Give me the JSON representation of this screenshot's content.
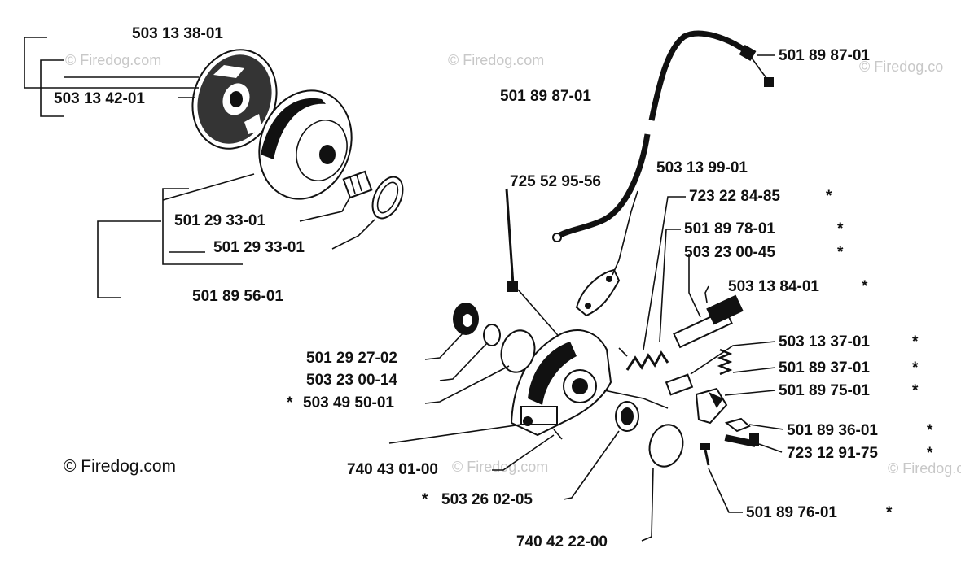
{
  "labels": {
    "clutch_drum_group": "503 13 38-01",
    "clutch_assembly": "503 13 42-01",
    "needle_bearing": "501 29 33-01",
    "washer": "501 29 33-01",
    "drum_kit": "501 89 56-01",
    "cable_a": "501 89 87-01",
    "cable_b": "501 89 87-01",
    "screw_top": "725 52 95-56",
    "guide_plate": "503 13 99-01",
    "spring_pin": "723 22 84-85",
    "spring": "501 89 78-01",
    "pin_long": "503 23 00-45",
    "sleeve": "503 13 84-01",
    "gear": "501 29 27-02",
    "washer_small": "503 23 00-14",
    "o_ring": "503 49 50-01",
    "cap_1": "503 13 37-01",
    "spring_small": "501 89 37-01",
    "lever": "501 89 75-01",
    "clip": "501 89 36-01",
    "bolt": "723 12 91-75",
    "pin_small": "740 43 01-00",
    "seal": "503 26 02-05",
    "screw_bottom": "501 89 76-01",
    "plug": "740 42 22-00"
  },
  "star": "*",
  "watermarks": [
    "© Firedog.com",
    "© Firedog.com",
    "© Firedog.co",
    "© Firedog.com",
    "© Firedog.co"
  ],
  "copyright": "© Firedog.com",
  "colors": {
    "ink": "#111111",
    "watermark": "#c8c8c8",
    "background": "#ffffff"
  }
}
